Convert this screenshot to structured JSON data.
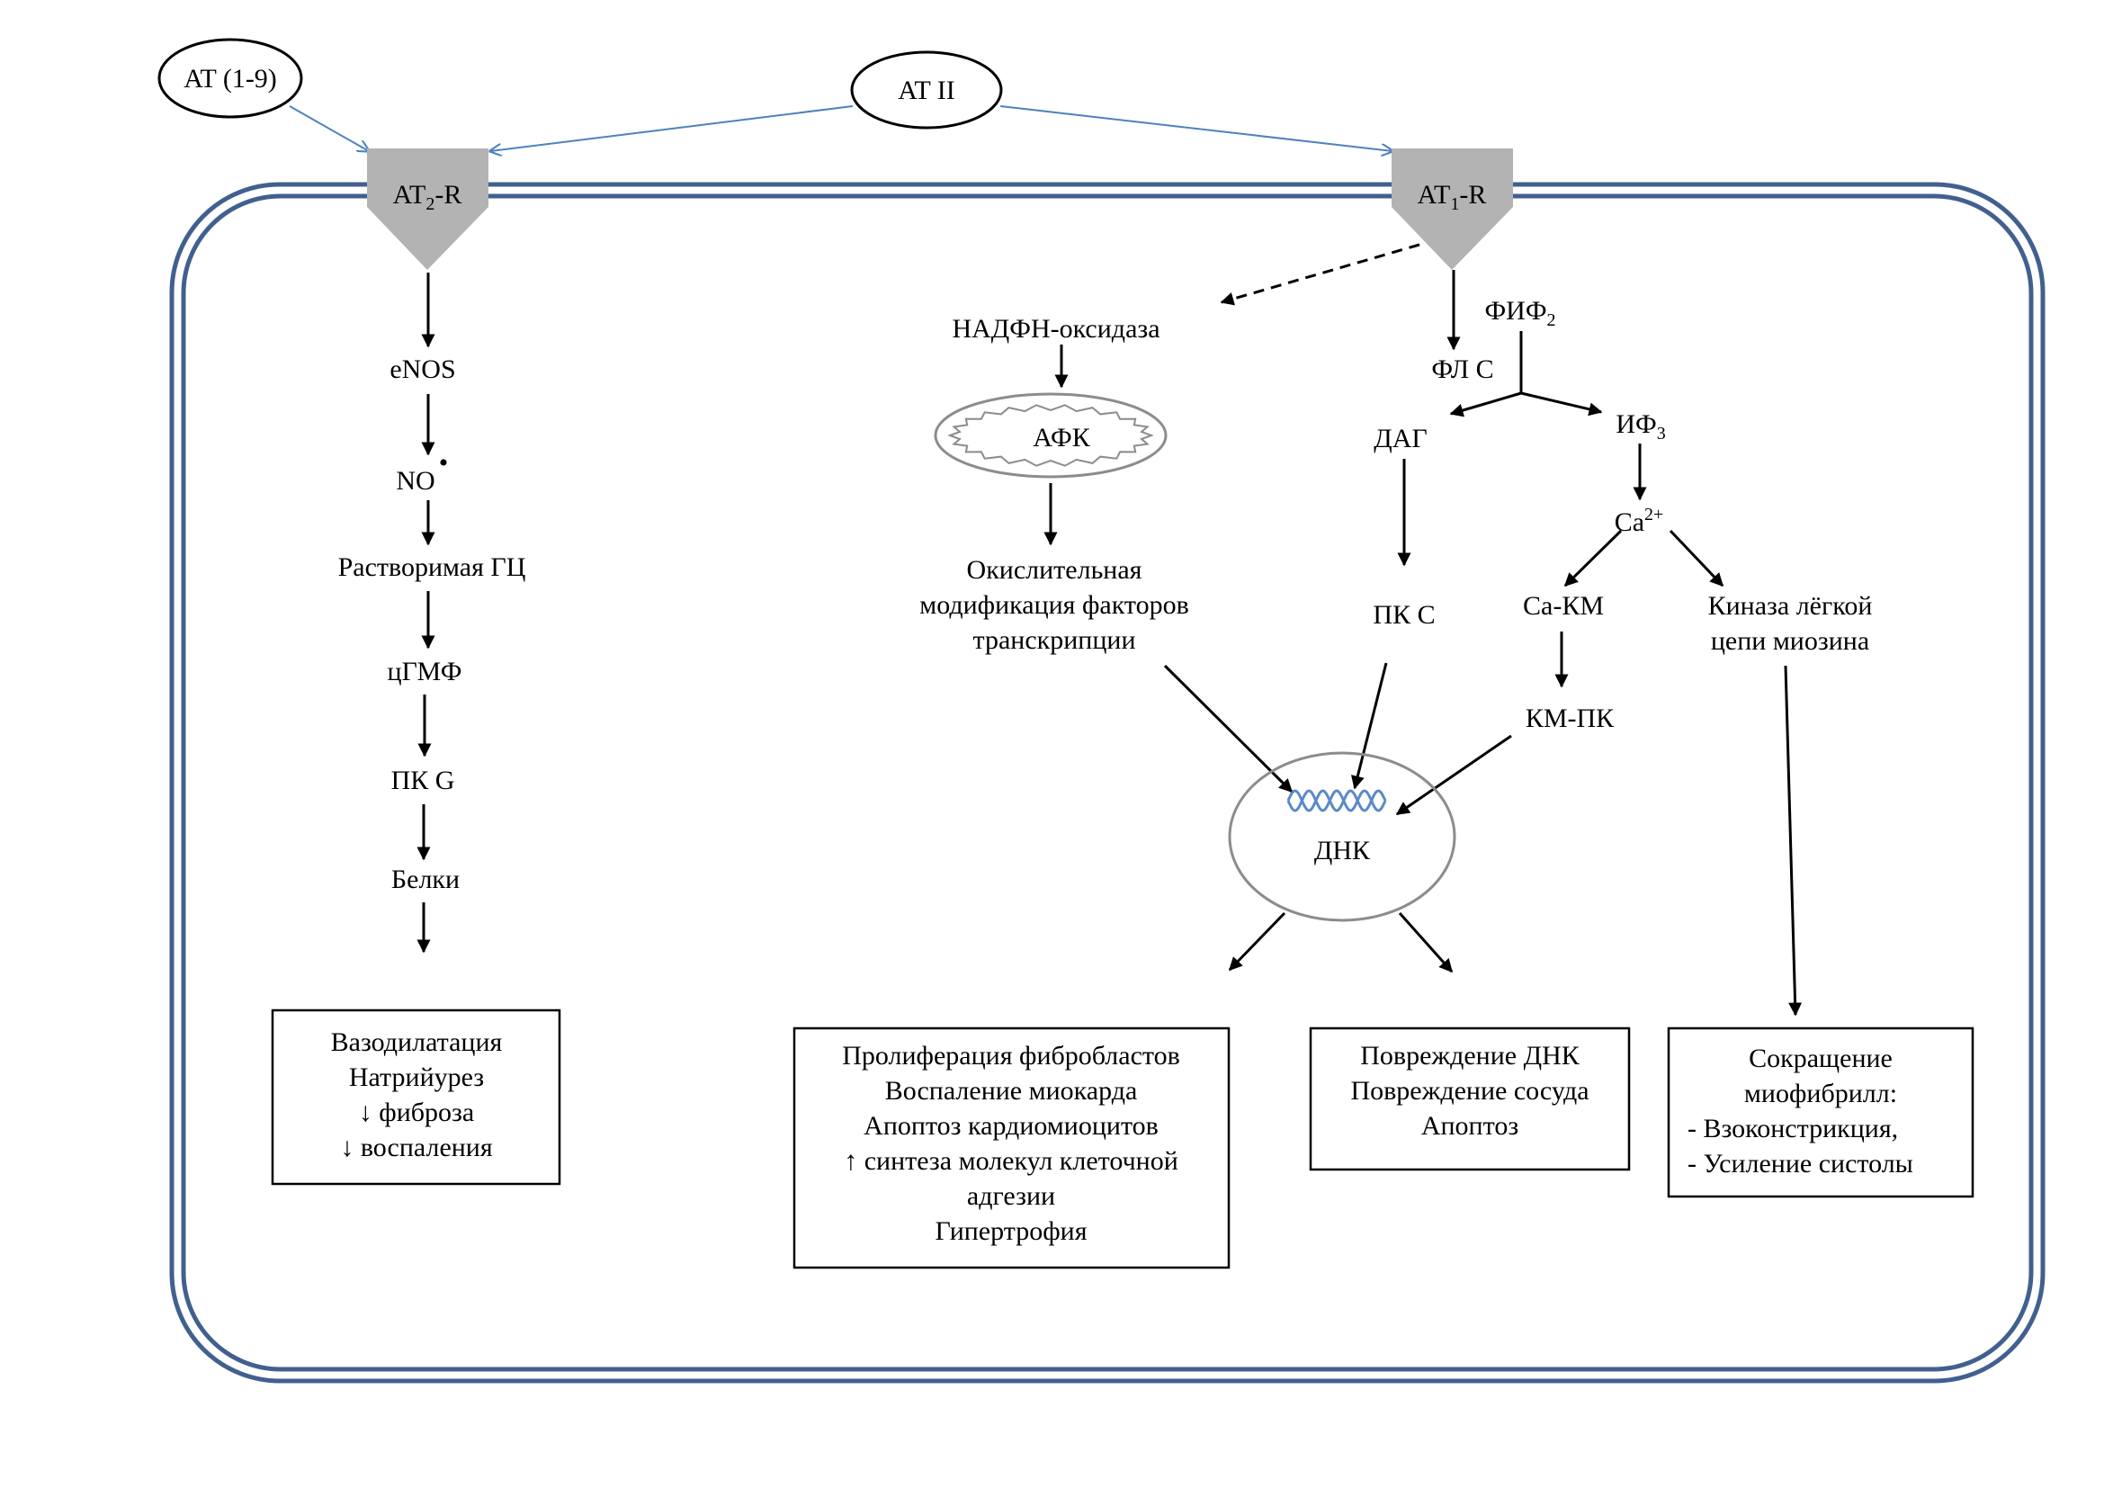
{
  "ligands": {
    "at19": "AT (1-9)",
    "at2": "AT II"
  },
  "receptors": {
    "at2r": {
      "base": "AT",
      "sub": "2",
      "tail": "-R"
    },
    "at1r": {
      "base": "AT",
      "sub": "1",
      "tail": "-R"
    }
  },
  "left_pathway": {
    "enos": "eNOS",
    "no": "NO",
    "no_radical": "•",
    "sgc": "Растворимая ГЦ",
    "cgmp": "цГМФ",
    "pkg": "ПК G",
    "proteins": "Белки"
  },
  "left_effects": [
    "Вазодилатация",
    "Натрийурез",
    "↓ фиброза",
    "↓ воспаления"
  ],
  "nadph": {
    "oxidase": "НАДФН-оксидаза",
    "ros": "АФК",
    "oxmod": [
      "Окислительная",
      "модификация факторов",
      "транскрипции"
    ]
  },
  "plc_pathway": {
    "pip2": {
      "base": "ФИФ",
      "sub": "2"
    },
    "plc": "ФЛ С",
    "dag": "ДАГ",
    "ip3": {
      "base": "ИФ",
      "sub": "3"
    },
    "ca": {
      "base": "Ca",
      "sup": "2+"
    },
    "pkc": "ПК С",
    "cacm": "Ca-КМ",
    "cmpk": "КМ-ПК",
    "mlck": [
      "Киназа лёгкой",
      "цепи миозина"
    ],
    "dna": "ДНК"
  },
  "effects_a": [
    "Пролиферация фибробластов",
    "Воспаление миокарда",
    "Апоптоз кардиомиоцитов",
    "↑ синтеза молекул клеточной",
    "адгезии",
    "Гипертрофия"
  ],
  "effects_b": [
    "Повреждение ДНК",
    "Повреждение сосуда",
    "Апоптоз"
  ],
  "effects_c": [
    "Сокращение",
    "миофибрилл:",
    "- Взоконстрикция,",
    "- Усиление систолы"
  ],
  "colors": {
    "membrane": "#41608f",
    "receptor": "#b3b3b3",
    "link": "#4f81bd",
    "ros": "#8c8c8c",
    "dna_helix": "#5b8ac6"
  }
}
